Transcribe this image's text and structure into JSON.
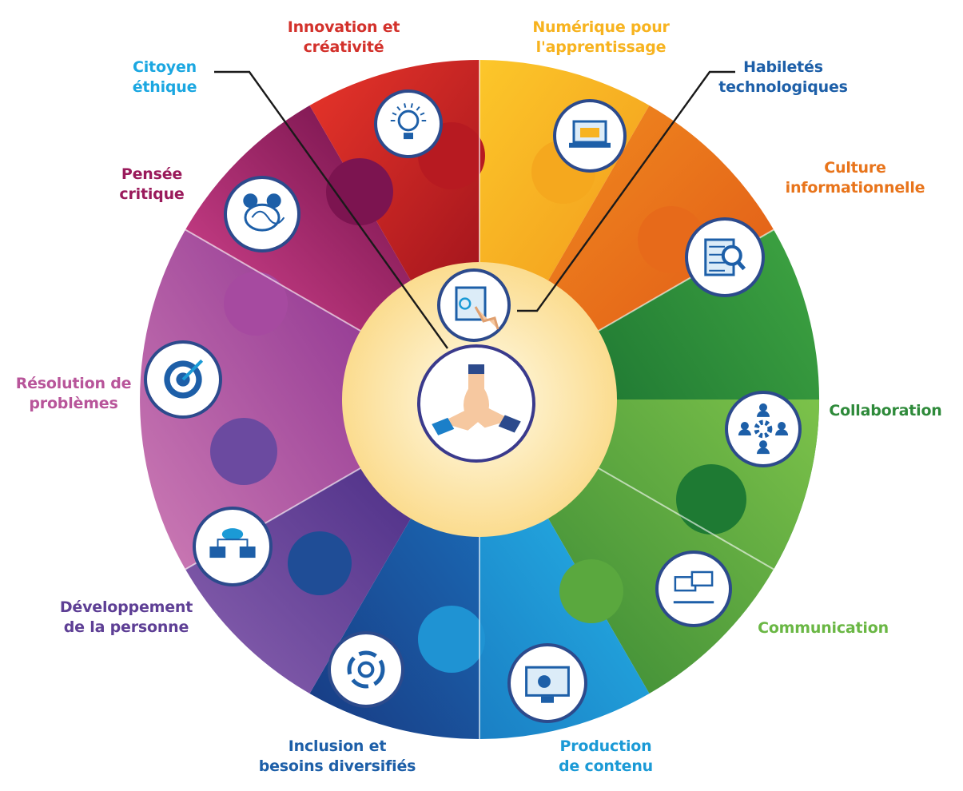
{
  "colors": {
    "innovation": "#d3312b",
    "numerique": "#f7b31f",
    "culture": "#e8741b",
    "collaboration": "#2e8a3a",
    "communication": "#6ab744",
    "production": "#1b9ad6",
    "inclusion": "#1d5fa8",
    "developpement": "#5e3f95",
    "resolution": "#b8559a",
    "pensee": "#9a1a5b",
    "citoyen": "#1ba7e1",
    "habiletes": "#1d5fa8",
    "hub": "#fbe3a2"
  },
  "labels": {
    "innovation": [
      "Innovation et",
      "créativité"
    ],
    "numerique": [
      "Numérique pour",
      "l'apprentissage"
    ],
    "habiletes": [
      "Habiletés",
      "technologiques"
    ],
    "citoyen": [
      "Citoyen",
      "éthique"
    ],
    "culture": [
      "Culture",
      "informationnelle"
    ],
    "pensee": [
      "Pensée",
      "critique"
    ],
    "collaboration": [
      "Collaboration"
    ],
    "resolution": [
      "Résolution de",
      "problèmes"
    ],
    "communication": [
      "Communication"
    ],
    "developpement": [
      "Développement",
      "de la personne"
    ],
    "inclusion": [
      "Inclusion et",
      "besoins diversifiés"
    ],
    "production": [
      "Production",
      "de contenu"
    ]
  },
  "icons": {
    "innovation": "lightbulb-icon",
    "numerique": "laptop-books-icon",
    "culture": "document-magnifier-icon",
    "collaboration": "team-gear-icon",
    "communication": "chat-bubbles-icon",
    "production": "video-screen-icon",
    "inclusion": "cycle-arrows-icon",
    "developpement": "cloud-network-icon",
    "resolution": "target-icon",
    "pensee": "brain-question-icon",
    "center": "joined-hands-icon",
    "habiletes": "touch-screen-icon"
  }
}
